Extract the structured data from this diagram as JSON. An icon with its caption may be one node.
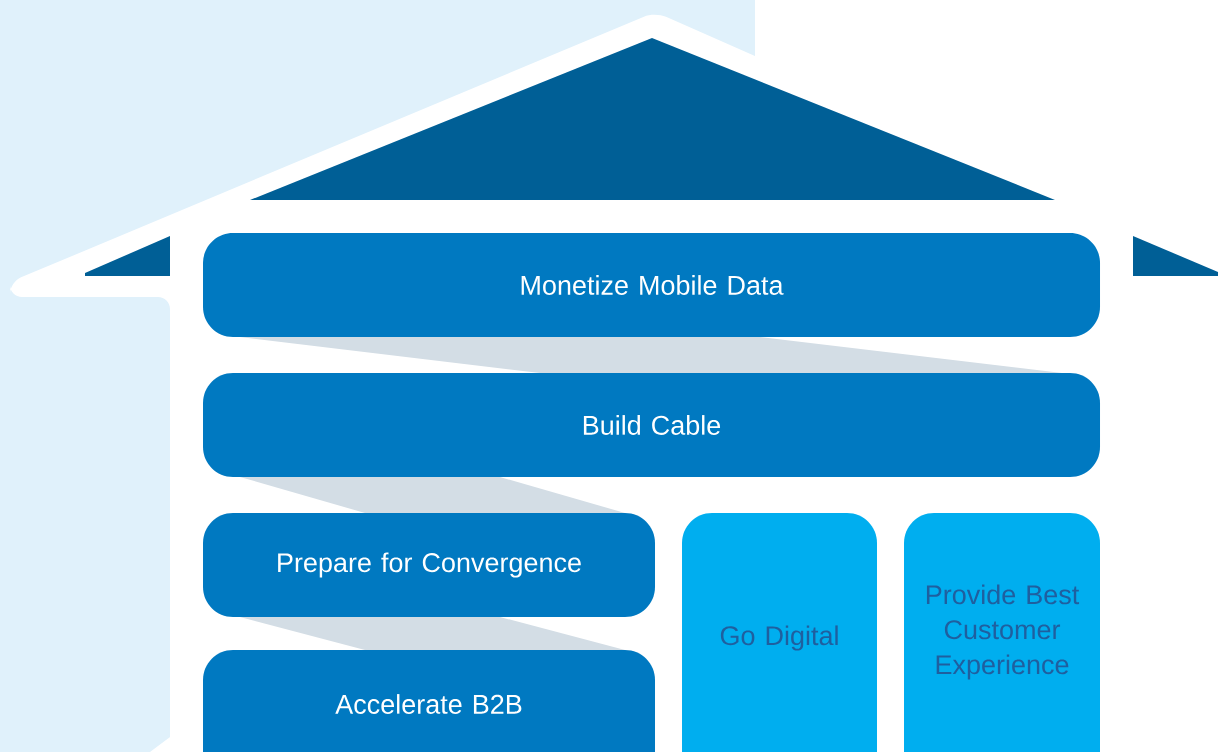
{
  "diagram": {
    "nodes": [
      {
        "text": [
          "Monetize Mobile Data"
        ]
      },
      {
        "text": [
          "Build Cable"
        ]
      },
      {
        "text": [
          "Prepare for Convergence"
        ]
      },
      {
        "text": [
          "Accelerate B2B"
        ]
      },
      {
        "text": [
          "Go Digital"
        ]
      },
      {
        "text": [
          "Provide Best Customer Experience"
        ]
      }
    ]
  }
}
